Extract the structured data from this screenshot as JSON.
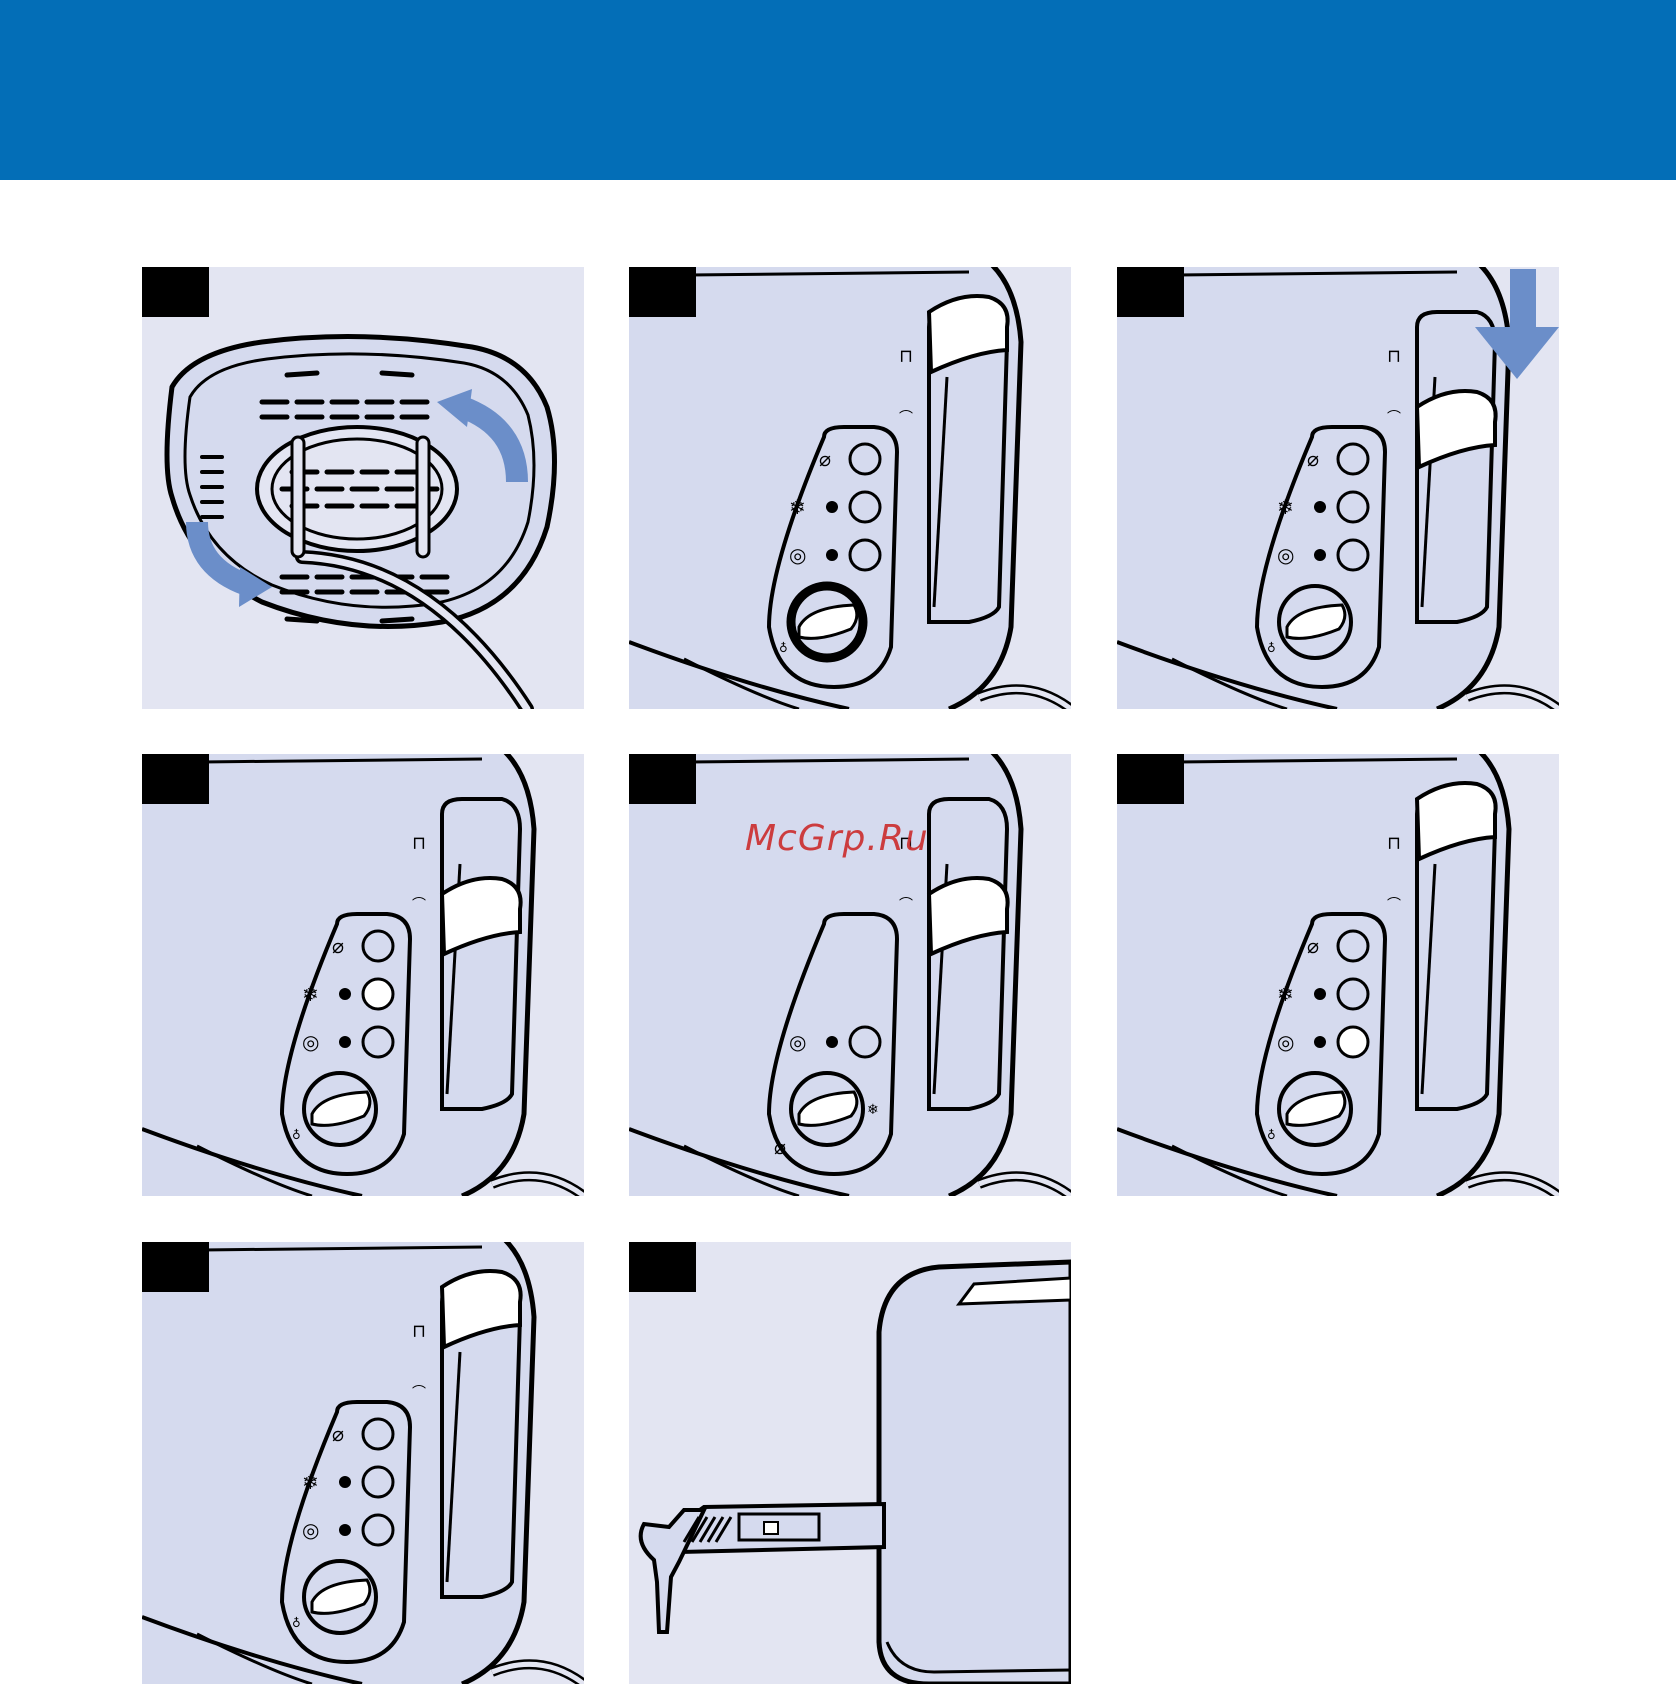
{
  "colors": {
    "header": "#036eb7",
    "panel_bg": "#e3e5f2",
    "appliance_fill": "#d5daee",
    "outline": "#000000",
    "arrow": "#6b8ec9",
    "watermark": "#cc2b2b"
  },
  "page": {
    "header_label": ""
  },
  "watermark": {
    "text": "McGrp.Ru"
  },
  "steps": [
    {
      "number": "",
      "illustration": "bottom-cord-storage"
    },
    {
      "number": "",
      "illustration": "control-panel-dial"
    },
    {
      "number": "",
      "illustration": "lever-press-down"
    },
    {
      "number": "",
      "illustration": "lever-down-defrost-button"
    },
    {
      "number": "",
      "illustration": "lever-down-dial-range"
    },
    {
      "number": "",
      "illustration": "lever-up-reheat-button"
    },
    {
      "number": "",
      "illustration": "lever-up-idle"
    },
    {
      "number": "",
      "illustration": "crumb-tray-removal"
    }
  ],
  "icons": {
    "stop": "⌀",
    "defrost": "❄",
    "reheat": "◎",
    "indicator": "●"
  }
}
